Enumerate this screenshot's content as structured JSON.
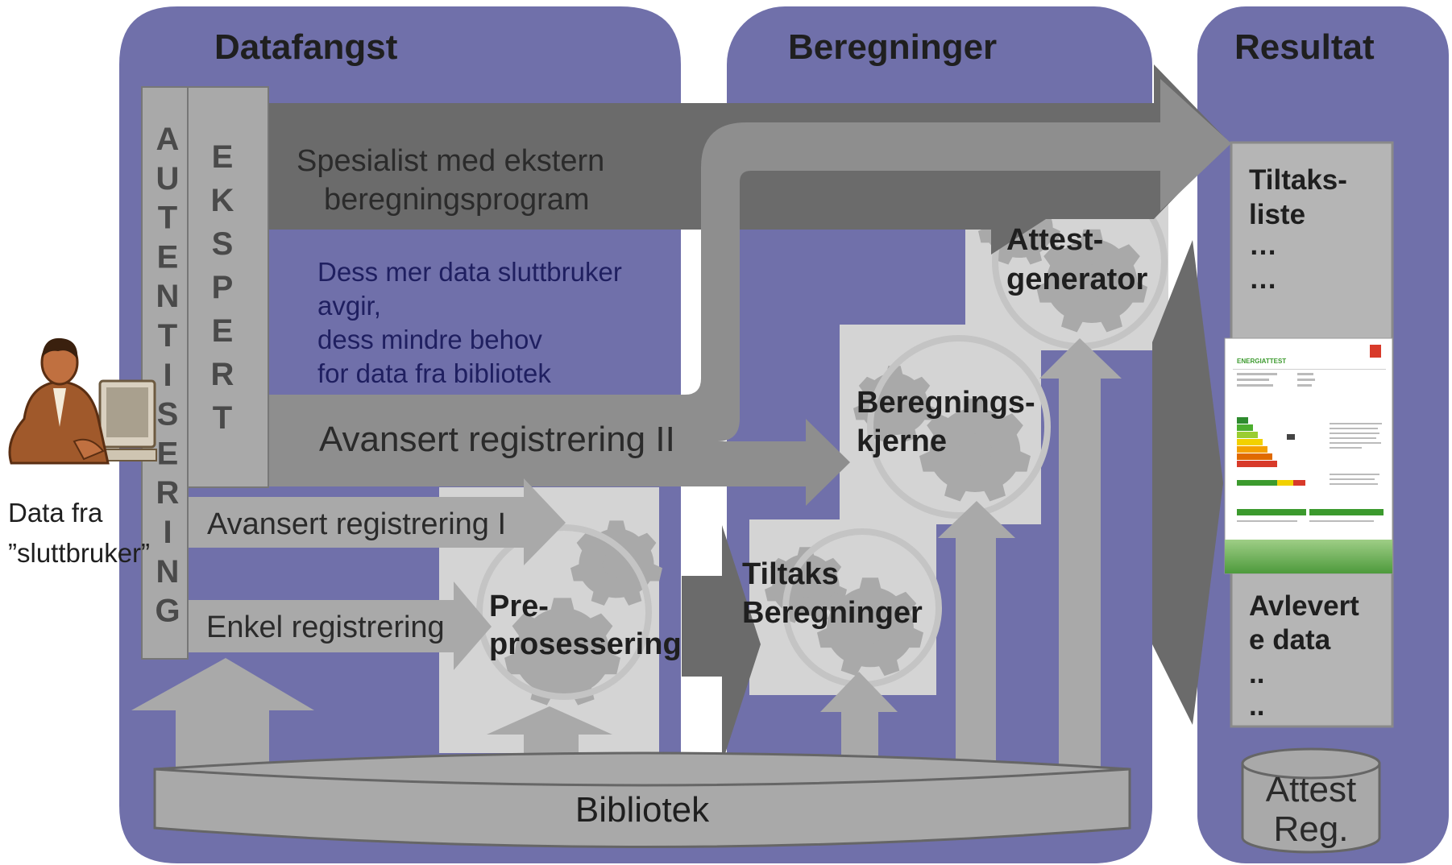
{
  "panels": {
    "datafangst": "Datafangst",
    "beregninger": "Beregninger",
    "resultat": "Resultat"
  },
  "vertical": {
    "autentisering": [
      "A",
      "U",
      "T",
      "E",
      "N",
      "T",
      "I",
      "S",
      "E",
      "R",
      "I",
      "N",
      "G"
    ],
    "ekspert": [
      "E",
      "K",
      "S",
      "P",
      "E",
      "R",
      "T"
    ]
  },
  "flows": {
    "spesialist_line1": "Spesialist med ekstern",
    "spesialist_line2": "beregningsprogram",
    "avansert2": "Avansert registrering II",
    "avansert1": "Avansert registrering I",
    "enkel": "Enkel registrering"
  },
  "note": {
    "line1": "Dess mer data sluttbruker",
    "line2": "avgir,",
    "line3": "dess mindre behov",
    "line4": "for data fra bibliotek"
  },
  "boxes": {
    "pre_line1": "Pre-",
    "pre_line2": "prosessering",
    "tiltaks_line1": "Tiltaks",
    "tiltaks_line2": "Beregninger",
    "kjerne_line1": "Beregnings-",
    "kjerne_line2": "kjerne",
    "attest_line1": "Attest-",
    "attest_line2": "generator"
  },
  "result": {
    "tiltak_line1": "Tiltaks-",
    "tiltak_line2": "liste",
    "dots1": "…",
    "dots2": "…",
    "certificate_title": "ENERGIATTEST",
    "avlevert_line1": "Avlevert",
    "avlevert_line2": "e data",
    "dots3": "..",
    "dots4": ".."
  },
  "bibliotek": "Bibliotek",
  "database": {
    "line1": "Attest",
    "line2": "Reg."
  },
  "user": {
    "line1": "Data fra",
    "line2": "”sluttbruker”"
  },
  "colors": {
    "panel": "#7070aa",
    "arrow_dark": "#6b6b6b",
    "arrow_mid": "#8e8e8e",
    "arrow_light": "#a9a9a9",
    "box_light": "#d4d4d4",
    "cert_green": "#3c9a2e",
    "cert_red": "#d83a2a"
  }
}
